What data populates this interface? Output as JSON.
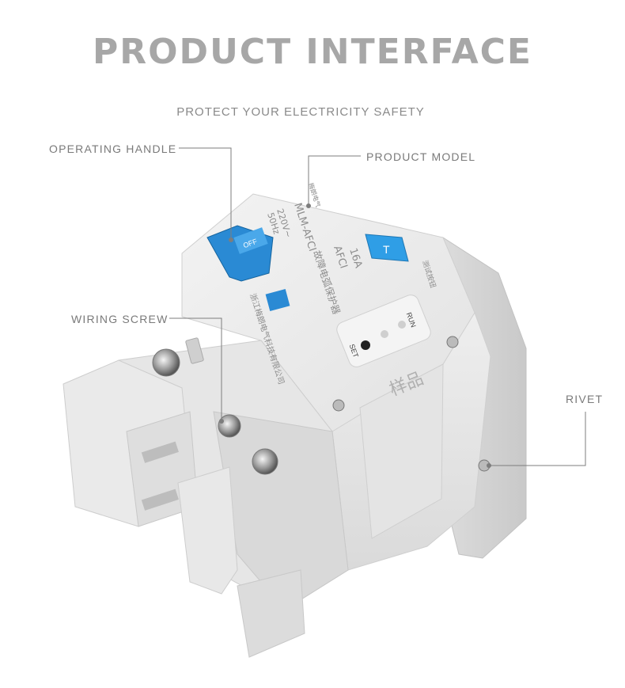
{
  "header": {
    "title": "PRODUCT INTERFACE",
    "subtitle": "PROTECT YOUR ELECTRICITY SAFETY"
  },
  "callouts": {
    "operating_handle": "OPERATING HANDLE",
    "product_model": "PRODUCT MODEL",
    "wiring_screw": "WIRING SCREW",
    "rivet": "RIVET"
  },
  "device": {
    "model": "MLM-AFCI",
    "rating": "16A",
    "type": "AFCI",
    "voltage": "220V~",
    "frequency": "50Hz",
    "handle_label": "OFF",
    "name_cn": "故障电弧保护器",
    "company_cn": "浙江梅朗电气科技有限公司",
    "brand_cn": "梅朗电气",
    "sample_cn": "样品",
    "test_button_label": "T",
    "test_button_cn": "测试按钮",
    "run_label": "RUN",
    "set_label": "SET"
  },
  "colors": {
    "handle": "#2a8ad4",
    "test_button": "#2f9ee6",
    "body": "#e9e9e9",
    "text": "#a7a7a7"
  }
}
